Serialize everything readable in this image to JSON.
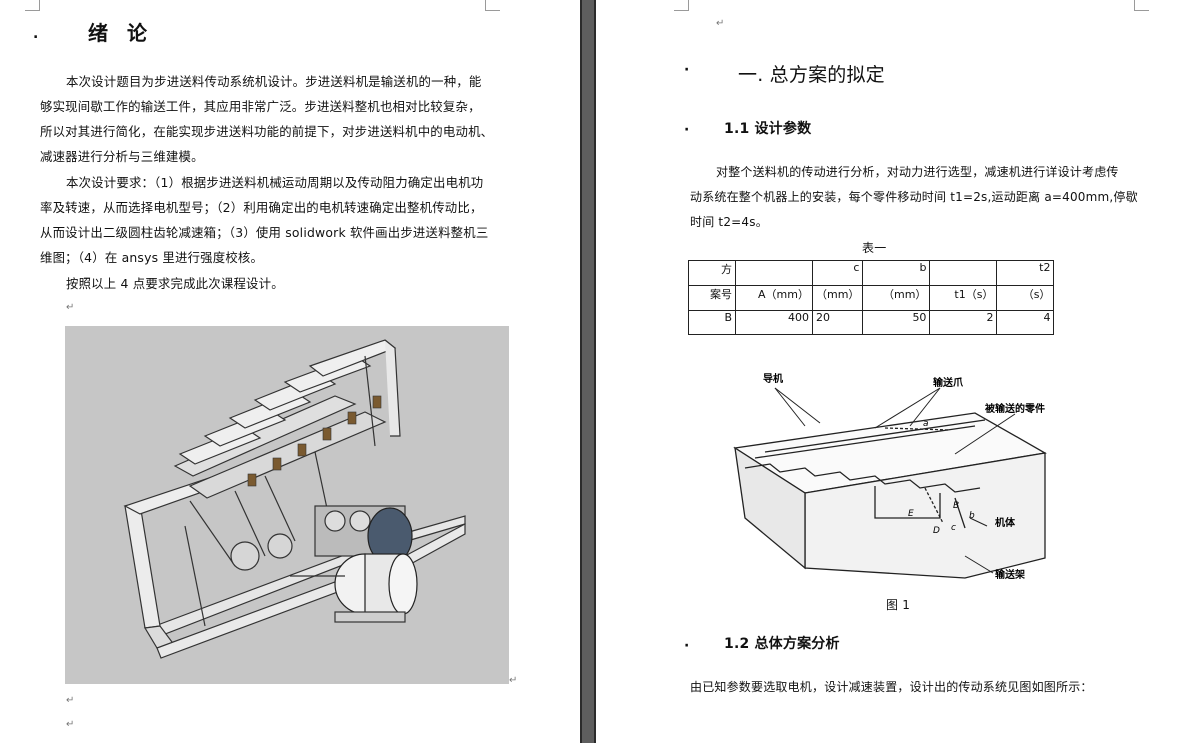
{
  "left_page": {
    "chapter_bullet": ".",
    "chapter_title": "绪 论",
    "intro_lines": [
      "本次设计题目为步进送料传动系统机设计。步进送料机是输送机的一种，能",
      "够实现间歇工作的输送工件，其应用非常广泛。步进送料整机也相对比较复杂，",
      "所以对其进行简化，在能实现步进送料功能的前提下，对步进送料机中的电动机、",
      "减速器进行分析与三维建模。"
    ],
    "requirement_lines": [
      "本次设计要求：（1）根据步进送料机械运动周期以及传动阻力确定出电机功",
      "率及转速，从而选择电机型号；（2）利用确定出的电机转速确定出整机传动比，",
      "从而设计出二级圆柱齿轮减速箱；（3）使用 solidwork 软件画出步进送料整机三",
      "维图；（4）在 ansys 里进行强度校核。"
    ],
    "closing_line": "按照以上 4 点要求完成此次课程设计。"
  },
  "right_page": {
    "section_title": "一. 总方案的拟定",
    "sub1_title": "1.1 设计参数",
    "param_lines": [
      "对整个送料机的传动进行分析，对动力进行选型，减速机进行详设计考虑传",
      "动系统在整个机器上的安装，每个零件移动时间 t1=2s,运动距离 a=400mm,停歇",
      "时间 t2=4s。"
    ],
    "table_caption": "表一",
    "table": {
      "header_top": [
        "方",
        "",
        "c",
        "b",
        "",
        "t2"
      ],
      "header_bottom": [
        "案号",
        "A（mm）",
        "（mm）",
        "（mm）",
        "t1（s）",
        "（s）"
      ],
      "row": [
        "B",
        "400",
        "20",
        "50",
        "2",
        "4"
      ]
    },
    "figure_labels": {
      "guide": "导机",
      "claw": "输送爪",
      "part": "被输送的零件",
      "body": "机体",
      "frame": "输送架",
      "a": "a",
      "b": "b",
      "c": "c",
      "B": "B",
      "D": "D",
      "E": "E"
    },
    "figure_caption": "图 1",
    "sub2_title": "1.2 总体方案分析",
    "analysis_line": "由已知参数要选取电机，设计减速装置，设计出的传动系统见图如图所示："
  },
  "marks": {
    "return": "↵"
  }
}
